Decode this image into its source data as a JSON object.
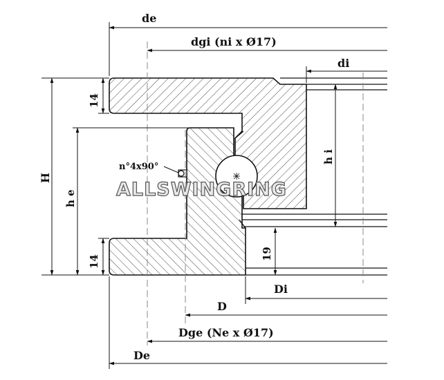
{
  "diagram": {
    "labels": {
      "de": "de",
      "dgi": "dgi (ni x Ø17)",
      "di": "di",
      "H": "H",
      "he": "h e",
      "hi": "h i",
      "height_top": "14",
      "height_bottom": "14",
      "height_19": "19",
      "bolt_note": "n°4x90°",
      "Di": "Di",
      "D": "D",
      "Dge": "Dge (Ne x Ø17)",
      "De": "De"
    },
    "watermark": "ALLSWINGRING",
    "colors": {
      "line": "#111111",
      "hatch": "#333333",
      "dash": "#888888",
      "watermark_fill": "#e8e8e8",
      "watermark_stroke": "#555555"
    }
  }
}
